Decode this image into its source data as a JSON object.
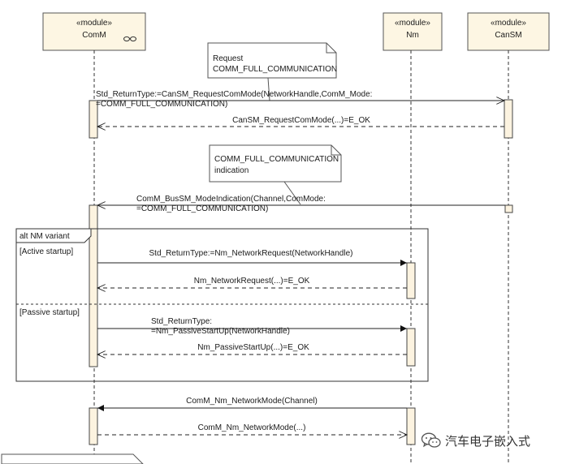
{
  "colors": {
    "header_fill": "#fdf6e3",
    "activation_fill": "#fcf3e0",
    "note_fill": "#ffffff",
    "line": "#222222"
  },
  "lifelines": [
    {
      "stereotype": "«module»",
      "name": "ComM",
      "icon": "infinity-link-icon"
    },
    {
      "stereotype": "«module»",
      "name": "Nm"
    },
    {
      "stereotype": "«module»",
      "name": "CanSM"
    }
  ],
  "notes": {
    "request": {
      "line1": "Request",
      "line2": "COMM_FULL_COMMUNICATION"
    },
    "indication": {
      "line1": "COMM_FULL_COMMUNICATION",
      "line2": "indication"
    }
  },
  "messages": {
    "request_com_mode": {
      "line1": "Std_ReturnType:=CanSM_RequestComMode(NetworkHandle,ComM_Mode:",
      "line2": "=COMM_FULL_COMMUNICATION)"
    },
    "request_com_mode_return": {
      "line1": "CanSM_RequestComMode(...)=E_OK"
    },
    "bus_sm_mode_indication": {
      "line1": "ComM_BusSM_ModeIndication(Channel,ComMode:",
      "line2": "=COMM_FULL_COMMUNICATION)"
    },
    "network_request": {
      "line1": "Std_ReturnType:=Nm_NetworkRequest(NetworkHandle)"
    },
    "network_request_return": {
      "line1": "Nm_NetworkRequest(...)=E_OK"
    },
    "passive_startup": {
      "line1": "Std_ReturnType:",
      "line2": "=Nm_PassiveStartUp(NetworkHandle)"
    },
    "passive_startup_return": {
      "line1": "Nm_PassiveStartUp(...)=E_OK"
    },
    "network_mode": {
      "line1": "ComM_Nm_NetworkMode(Channel)"
    },
    "network_mode_return": {
      "line1": "ComM_Nm_NetworkMode(...)"
    }
  },
  "fragment": {
    "label": "alt NM variant",
    "guard_active": "[Active startup]",
    "guard_passive": "[Passive startup]"
  },
  "watermark": {
    "text": "汽车电子嵌入式",
    "icon": "wechat-icon"
  }
}
